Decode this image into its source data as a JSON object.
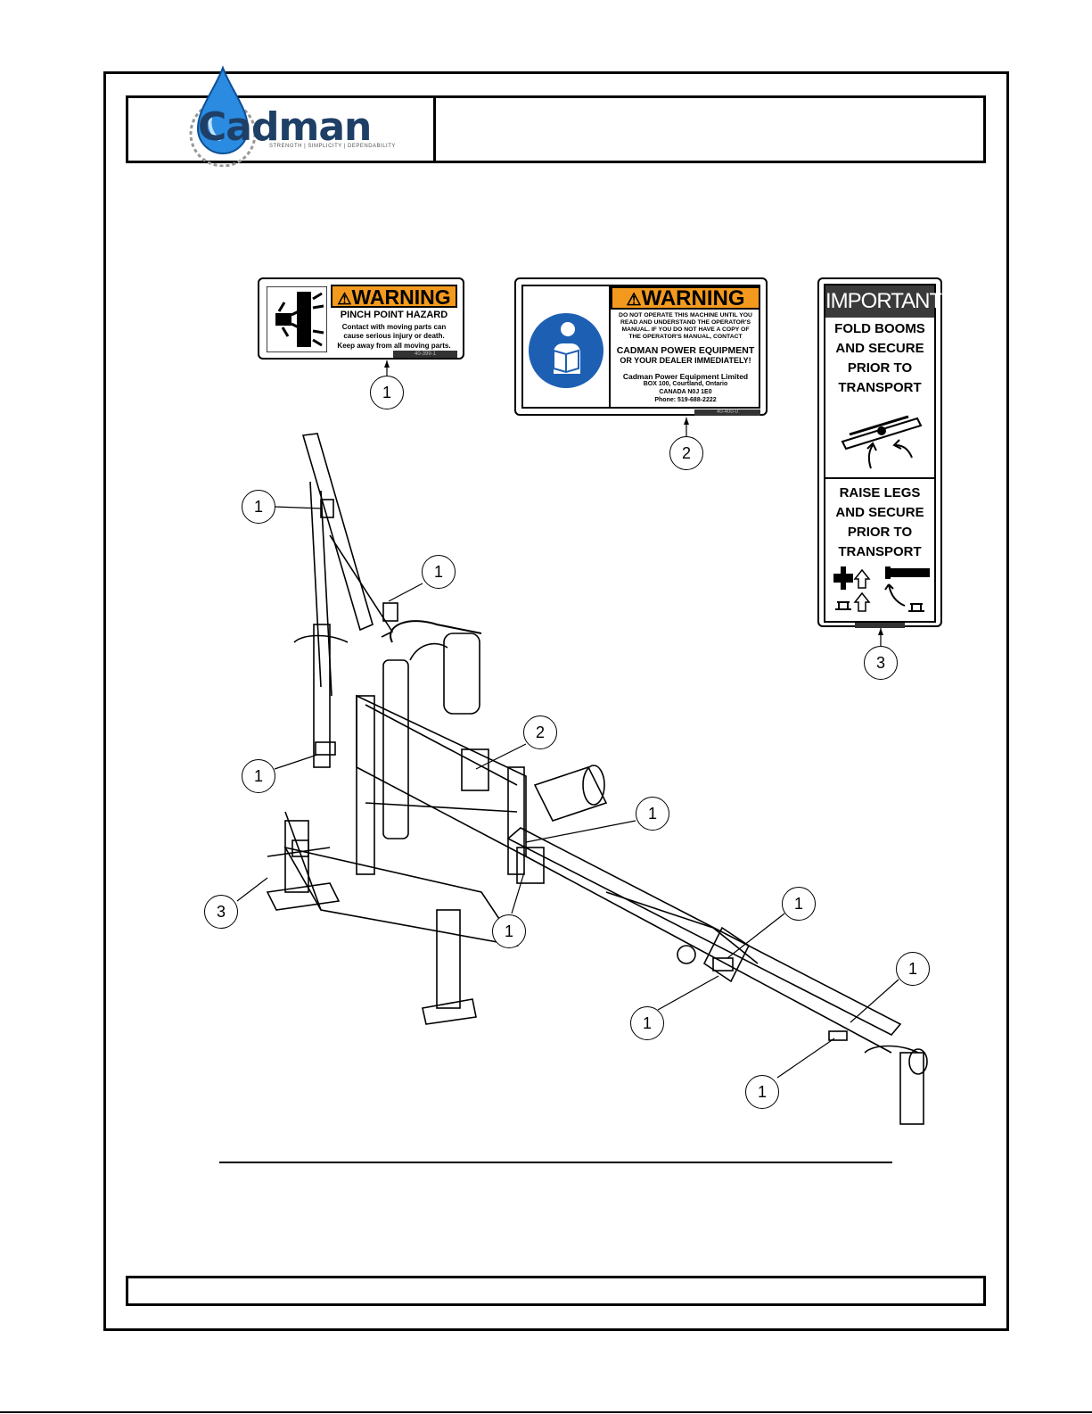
{
  "header": {
    "logo_text": "Cadman",
    "logo_tagline": "STRENGTH | SIMPLICITY | DEPENDABILITY"
  },
  "decal_pinch": {
    "heading": "WARNING",
    "title": "PINCH POINT HAZARD",
    "line1": "Contact with moving parts can",
    "line2": "cause serious injury or death.",
    "line3": "Keep away from all moving parts.",
    "part_no": "40-399-1"
  },
  "decal_manual": {
    "heading": "WARNING",
    "line1": "DO NOT OPERATE THIS MACHINE UNTIL YOU",
    "line2": "READ AND UNDERSTAND THE OPERATOR'S",
    "line3": "MANUAL.  IF YOU DO NOT HAVE A COPY OF",
    "line4": "THE OPERATOR'S MANUAL, CONTACT",
    "line5": "CADMAN POWER EQUIPMENT",
    "line6": "OR YOUR DEALER IMMEDIATELY!",
    "company": "Cadman Power Equipment Limited",
    "address1": "BOX 100, Courtland, Ontario",
    "address2": "CANADA  N0J 1E0",
    "phone": "Phone: 519-688-2222",
    "part_no": "40-400-0"
  },
  "decal_important": {
    "heading": "IMPORTANT!",
    "section1": [
      "FOLD BOOMS",
      "AND SECURE",
      "PRIOR TO",
      "TRANSPORT"
    ],
    "section2": [
      "RAISE LEGS",
      "AND SECURE",
      "PRIOR TO",
      "TRANSPORT"
    ]
  },
  "callouts": {
    "decal1": "1",
    "decal2": "2",
    "decal3": "3",
    "m1": "1",
    "m2": "1",
    "m3": "1",
    "m4": "2",
    "m5": "1",
    "m6": "3",
    "m7": "1",
    "m8": "1",
    "m9": "1",
    "m10": "1",
    "m11": "1"
  },
  "colors": {
    "warning_orange": "#f39a1e",
    "safety_blue": "#1d5fb3",
    "important_gray": "#3a3a3a",
    "logo_blue": "#1e3f66"
  }
}
